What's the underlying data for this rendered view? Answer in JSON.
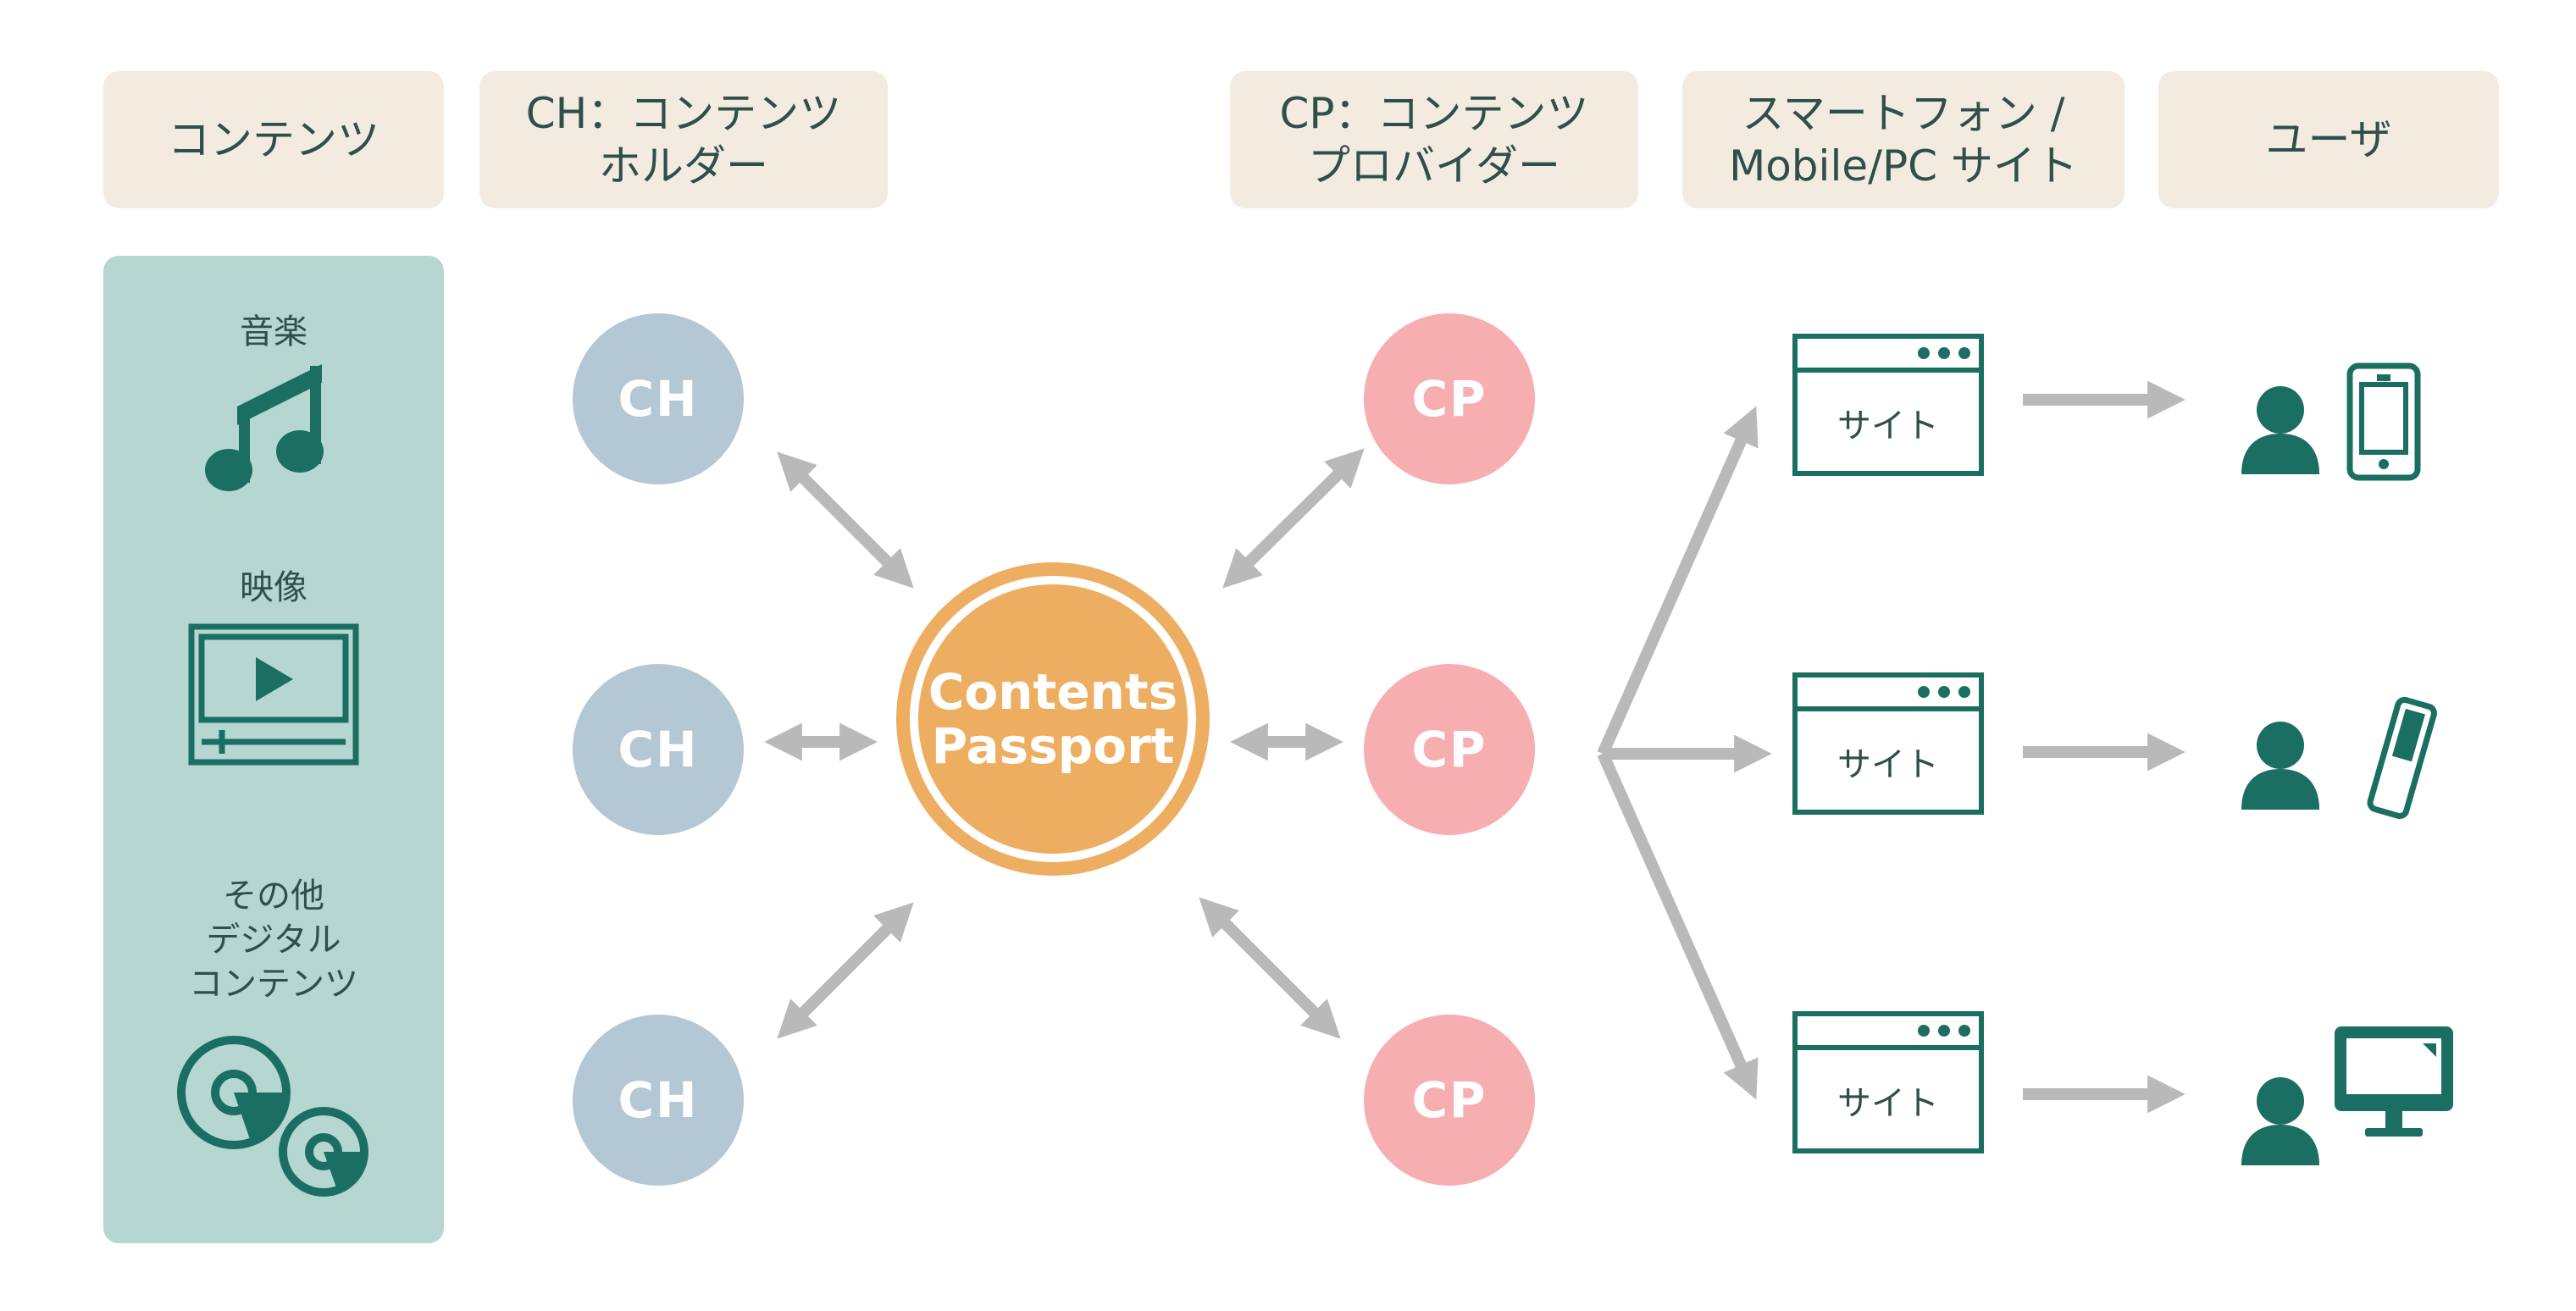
{
  "headers": {
    "contents": "コンテンツ",
    "ch": "CH：コンテンツ\nホルダー",
    "cp": "CP：コンテンツ\nプロバイダー",
    "sites": "スマートフォン /\nMobile/PC サイト",
    "user": "ユーザ"
  },
  "contents_panel": {
    "music": "音楽",
    "video": "映像",
    "other": "その他\nデジタル\nコンテンツ"
  },
  "holders": [
    "CH",
    "CH",
    "CH"
  ],
  "providers": [
    "CP",
    "CP",
    "CP"
  ],
  "hub_label": "Contents\nPassport",
  "sites": [
    "サイト",
    "サイト",
    "サイト"
  ],
  "icons": [
    "music-note-icon",
    "video-player-icon",
    "disc-icon",
    "user-icon",
    "smartphone-icon",
    "feature-phone-icon",
    "desktop-monitor-icon"
  ],
  "colors": {
    "teal": "#1b6e62",
    "panel": "#b6d6d1",
    "header": "#f3ebdf",
    "ch": "#b3c7d4",
    "cp": "#f7aeb1",
    "hub": "#eeae62",
    "arrow": "#b9b9b9"
  }
}
